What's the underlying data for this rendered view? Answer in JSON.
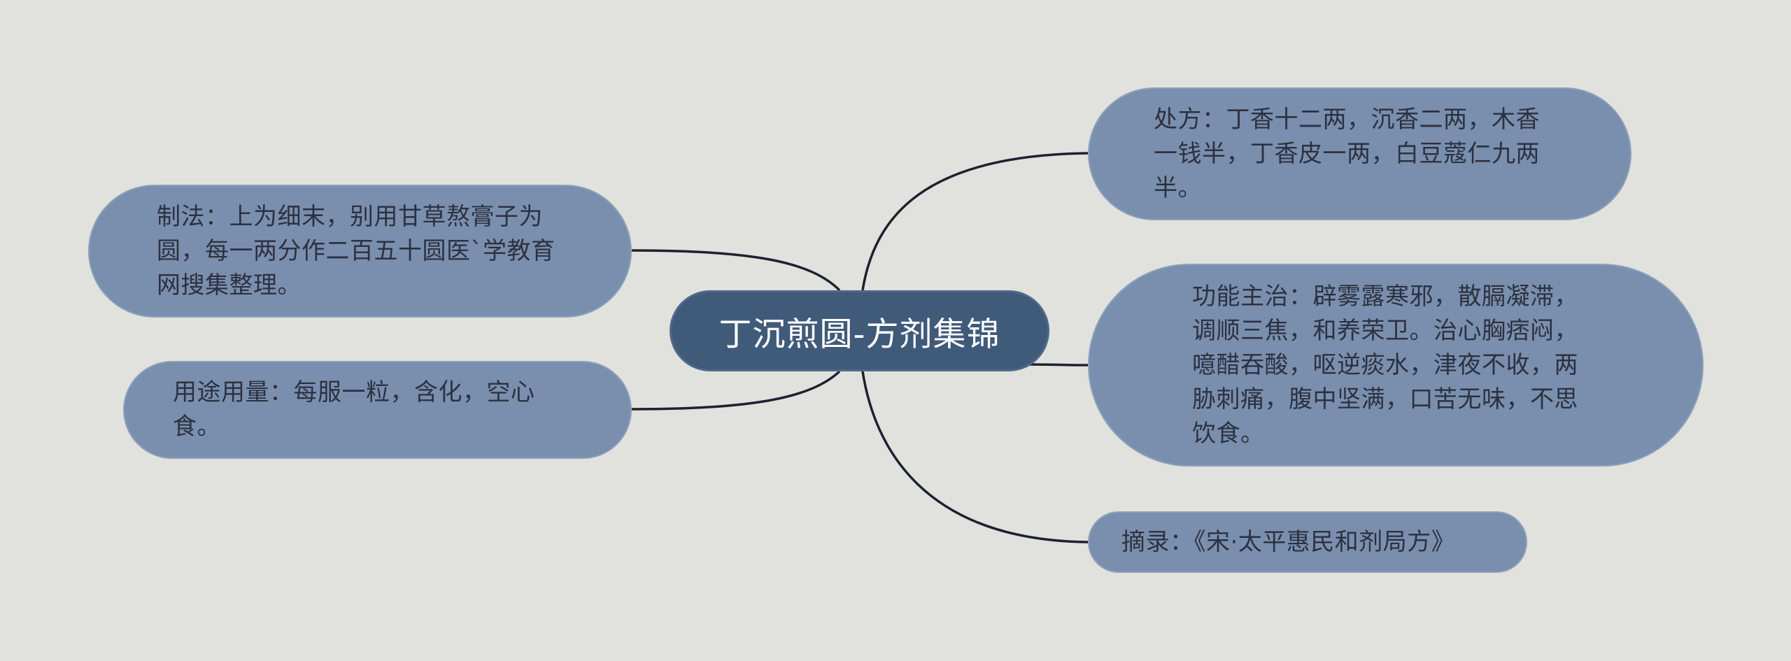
{
  "central_topic": "丁沉煎圆-方剂集锦",
  "right_branches": {
    "recipe": "处方：丁香十二两，沉香二两，木香一钱半，丁香皮一两，白豆蔻仁九两半。",
    "function": "功能主治：辟雾露寒邪，散膈凝滞，调顺三焦，和养荣卫。治心胸痞闷，噫醋吞酸，呕逆痰水，津夜不收，两胁刺痛，腹中坚满，口苦无味，不思饮食。",
    "source": "摘录：《宋·太平惠民和剂局方》"
  },
  "left_branches": {
    "method": "制法：上为细末，别用甘草熬膏子为圆，每一两分作二百五十圆医`学教育网搜集整理。",
    "usage": "用途用量：每服一粒，含化，空心食。"
  },
  "colors": {
    "background": "#e1e2dd",
    "central_fill": "#405a7a",
    "branch_fill": "#7a8fae",
    "connector": "#1b2230"
  }
}
